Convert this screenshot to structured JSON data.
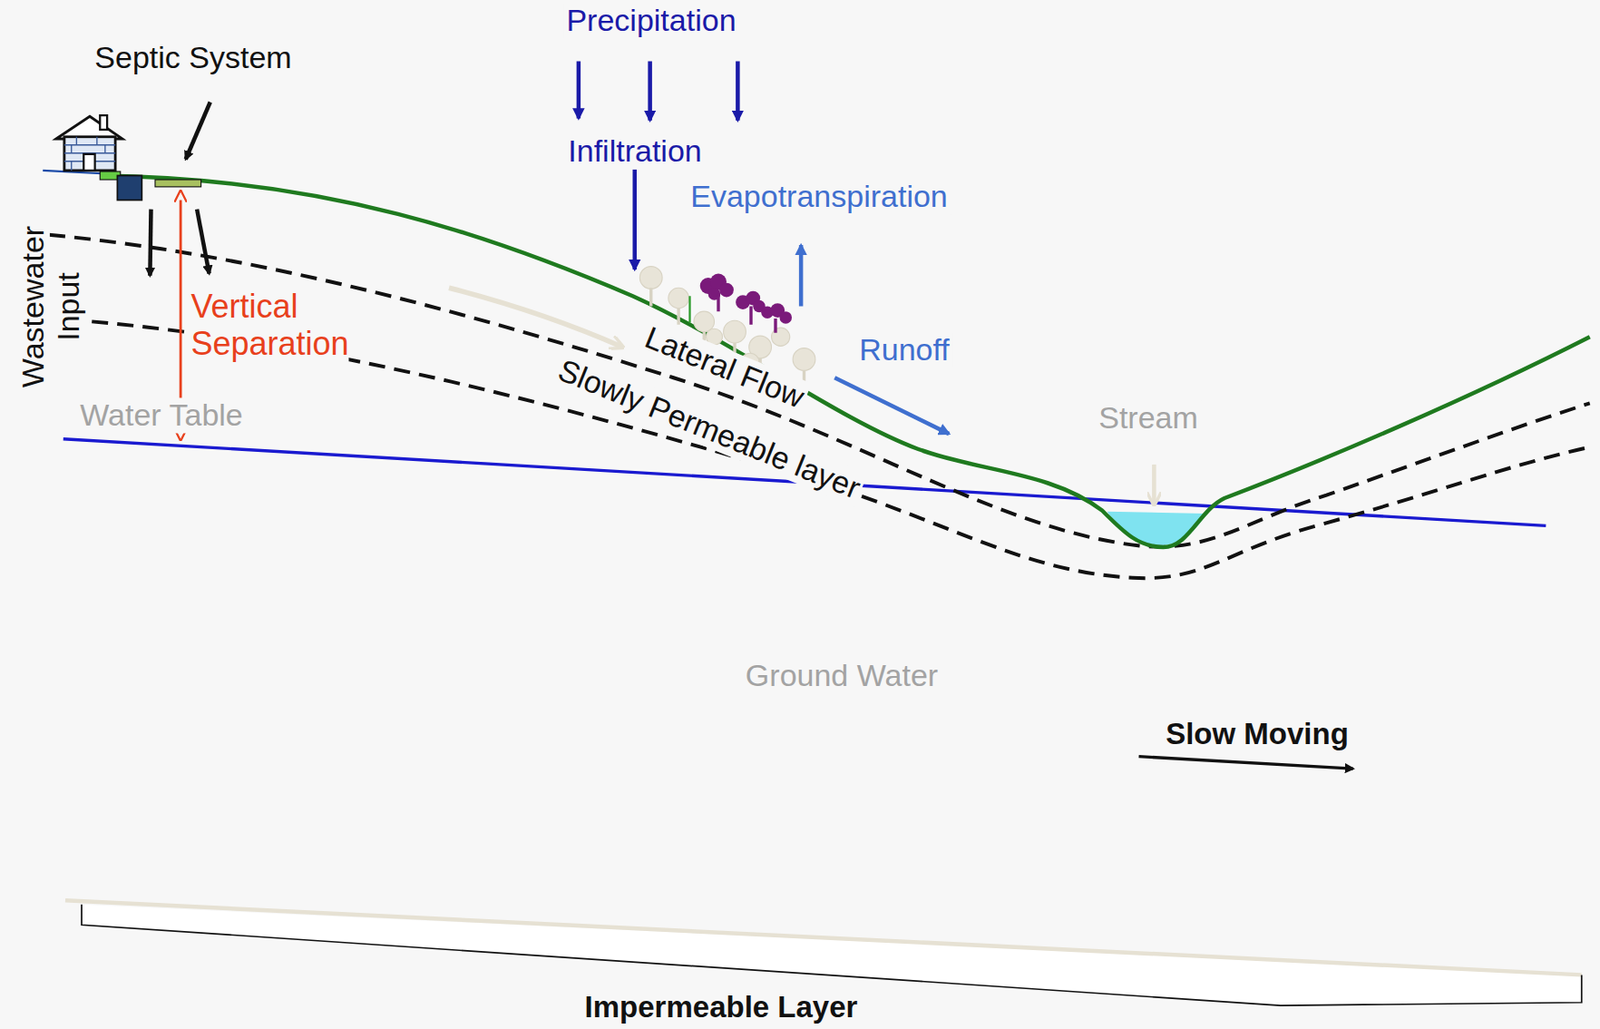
{
  "diagram": {
    "labels": [
      "Precipitation",
      "Septic System",
      "Infiltration",
      "Evapotranspiration",
      "Wastewater Input",
      "Vertical Separation",
      "Water Table",
      "Lateral Flow",
      "Runoff",
      "Slowly Permeable layer",
      "Stream",
      "Ground Water",
      "Slow Moving",
      "Impermeable Layer"
    ]
  }
}
